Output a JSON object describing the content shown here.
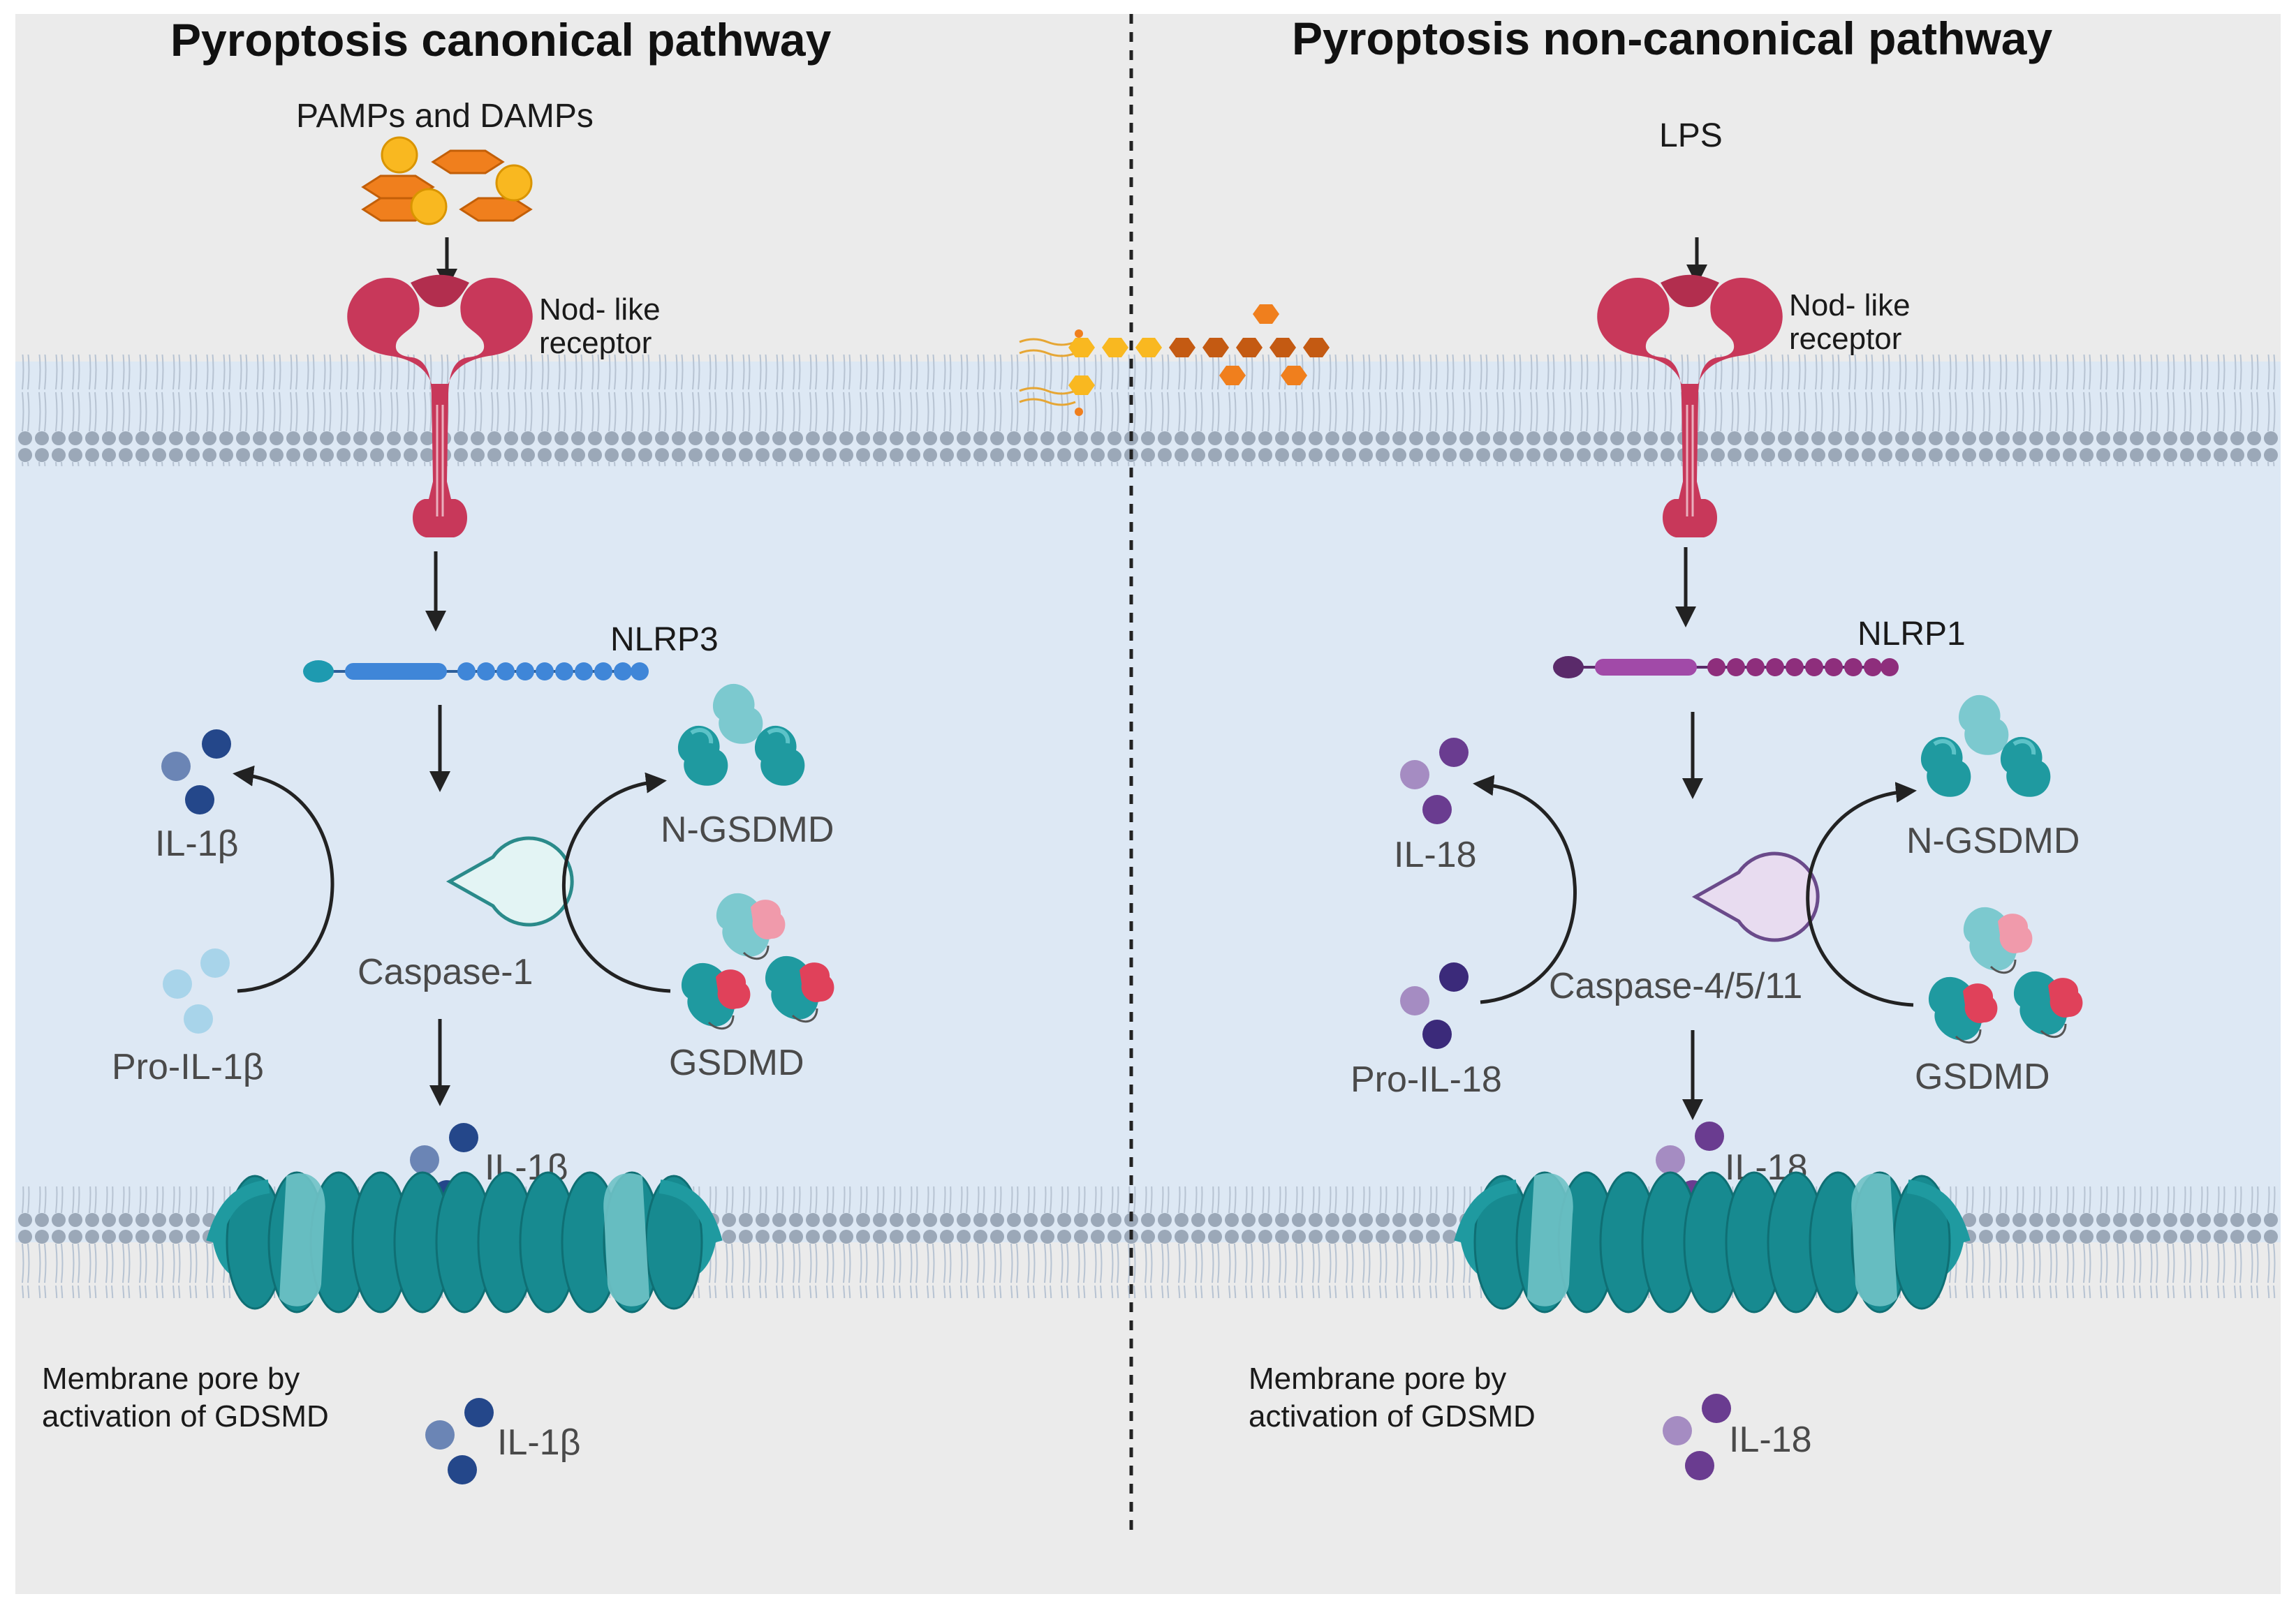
{
  "canonical": {
    "title": "Pyroptosis canonical pathway",
    "stimulus": "PAMPs and DAMPs",
    "receptor_line1": "Nod- like",
    "receptor_line2": "receptor",
    "inflammasome": "NLRP3",
    "caspase": "Caspase-1",
    "cytokine_mature": "IL-1β",
    "cytokine_pro": "Pro-IL-1β",
    "n_gsdmd": "N-GSDMD",
    "gsdmd": "GSDMD",
    "released_1": "IL-1β",
    "released_2": "IL-1β",
    "pore_line1": "Membrane pore by",
    "pore_line2": "activation of GDSMD"
  },
  "noncanonical": {
    "title": "Pyroptosis non-canonical pathway",
    "stimulus": "LPS",
    "receptor_line1": "Nod- like",
    "receptor_line2": "receptor",
    "inflammasome": "NLRP1",
    "caspase": "Caspase-4/5/11",
    "cytokine_mature": "IL-18",
    "cytokine_pro": "Pro-IL-18",
    "n_gsdmd": "N-GSDMD",
    "gsdmd": "GSDMD",
    "released_1": "IL-18",
    "released_2": "IL-18",
    "pore_line1": "Membrane pore by",
    "pore_line2": "activation of GDSMD"
  },
  "colors": {
    "extracellular": "#ebebeb",
    "cytoplasm": "#dde8f4",
    "membrane_head": "#9aa7b6",
    "receptor": "#c8385a",
    "pore": "#1f9aa0",
    "nlrp3": "#3f86d8",
    "nlrp1": "#a14aa8",
    "il1b": "#24478a",
    "il18": "#6a3c90",
    "orange": "#f07f1d",
    "yellow": "#f9b820"
  }
}
